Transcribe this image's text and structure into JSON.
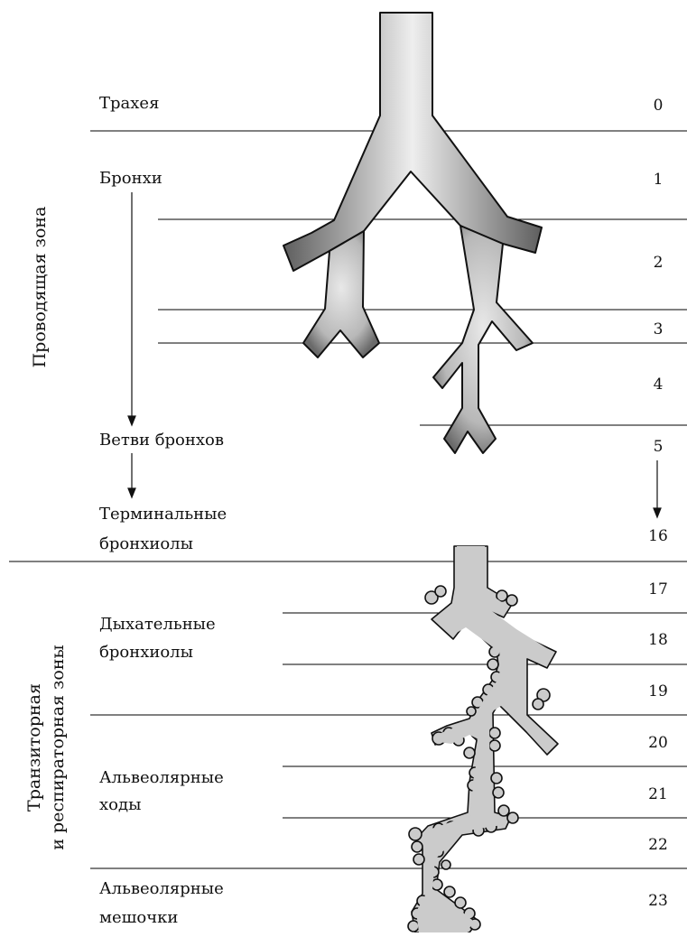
{
  "zones": {
    "conducting": "Проводящая зона",
    "transitional_line1": "Транзиторная",
    "transitional_line2": "и респираторная зоны"
  },
  "labels": {
    "trachea": "Трахея",
    "bronchi": "Бронхи",
    "bronchi_branches": "Ветви бронхов",
    "terminal_line1": "Терминальные",
    "terminal_line2": "бронхиолы",
    "respiratory_line1": "Дыхательные",
    "respiratory_line2": "бронхиолы",
    "ducts_line1": "Альвеолярные",
    "ducts_line2": "ходы",
    "sacs_line1": "Альвеолярные",
    "sacs_line2": "мешочки"
  },
  "generations": [
    "0",
    "1",
    "2",
    "3",
    "4",
    "5",
    "16",
    "17",
    "18",
    "19",
    "20",
    "21",
    "22",
    "23"
  ],
  "colors": {
    "airway_dark": "#6b6b6b",
    "airway_light": "#ececec",
    "respiratory_fill": "#cccccc",
    "line": "#000000"
  }
}
